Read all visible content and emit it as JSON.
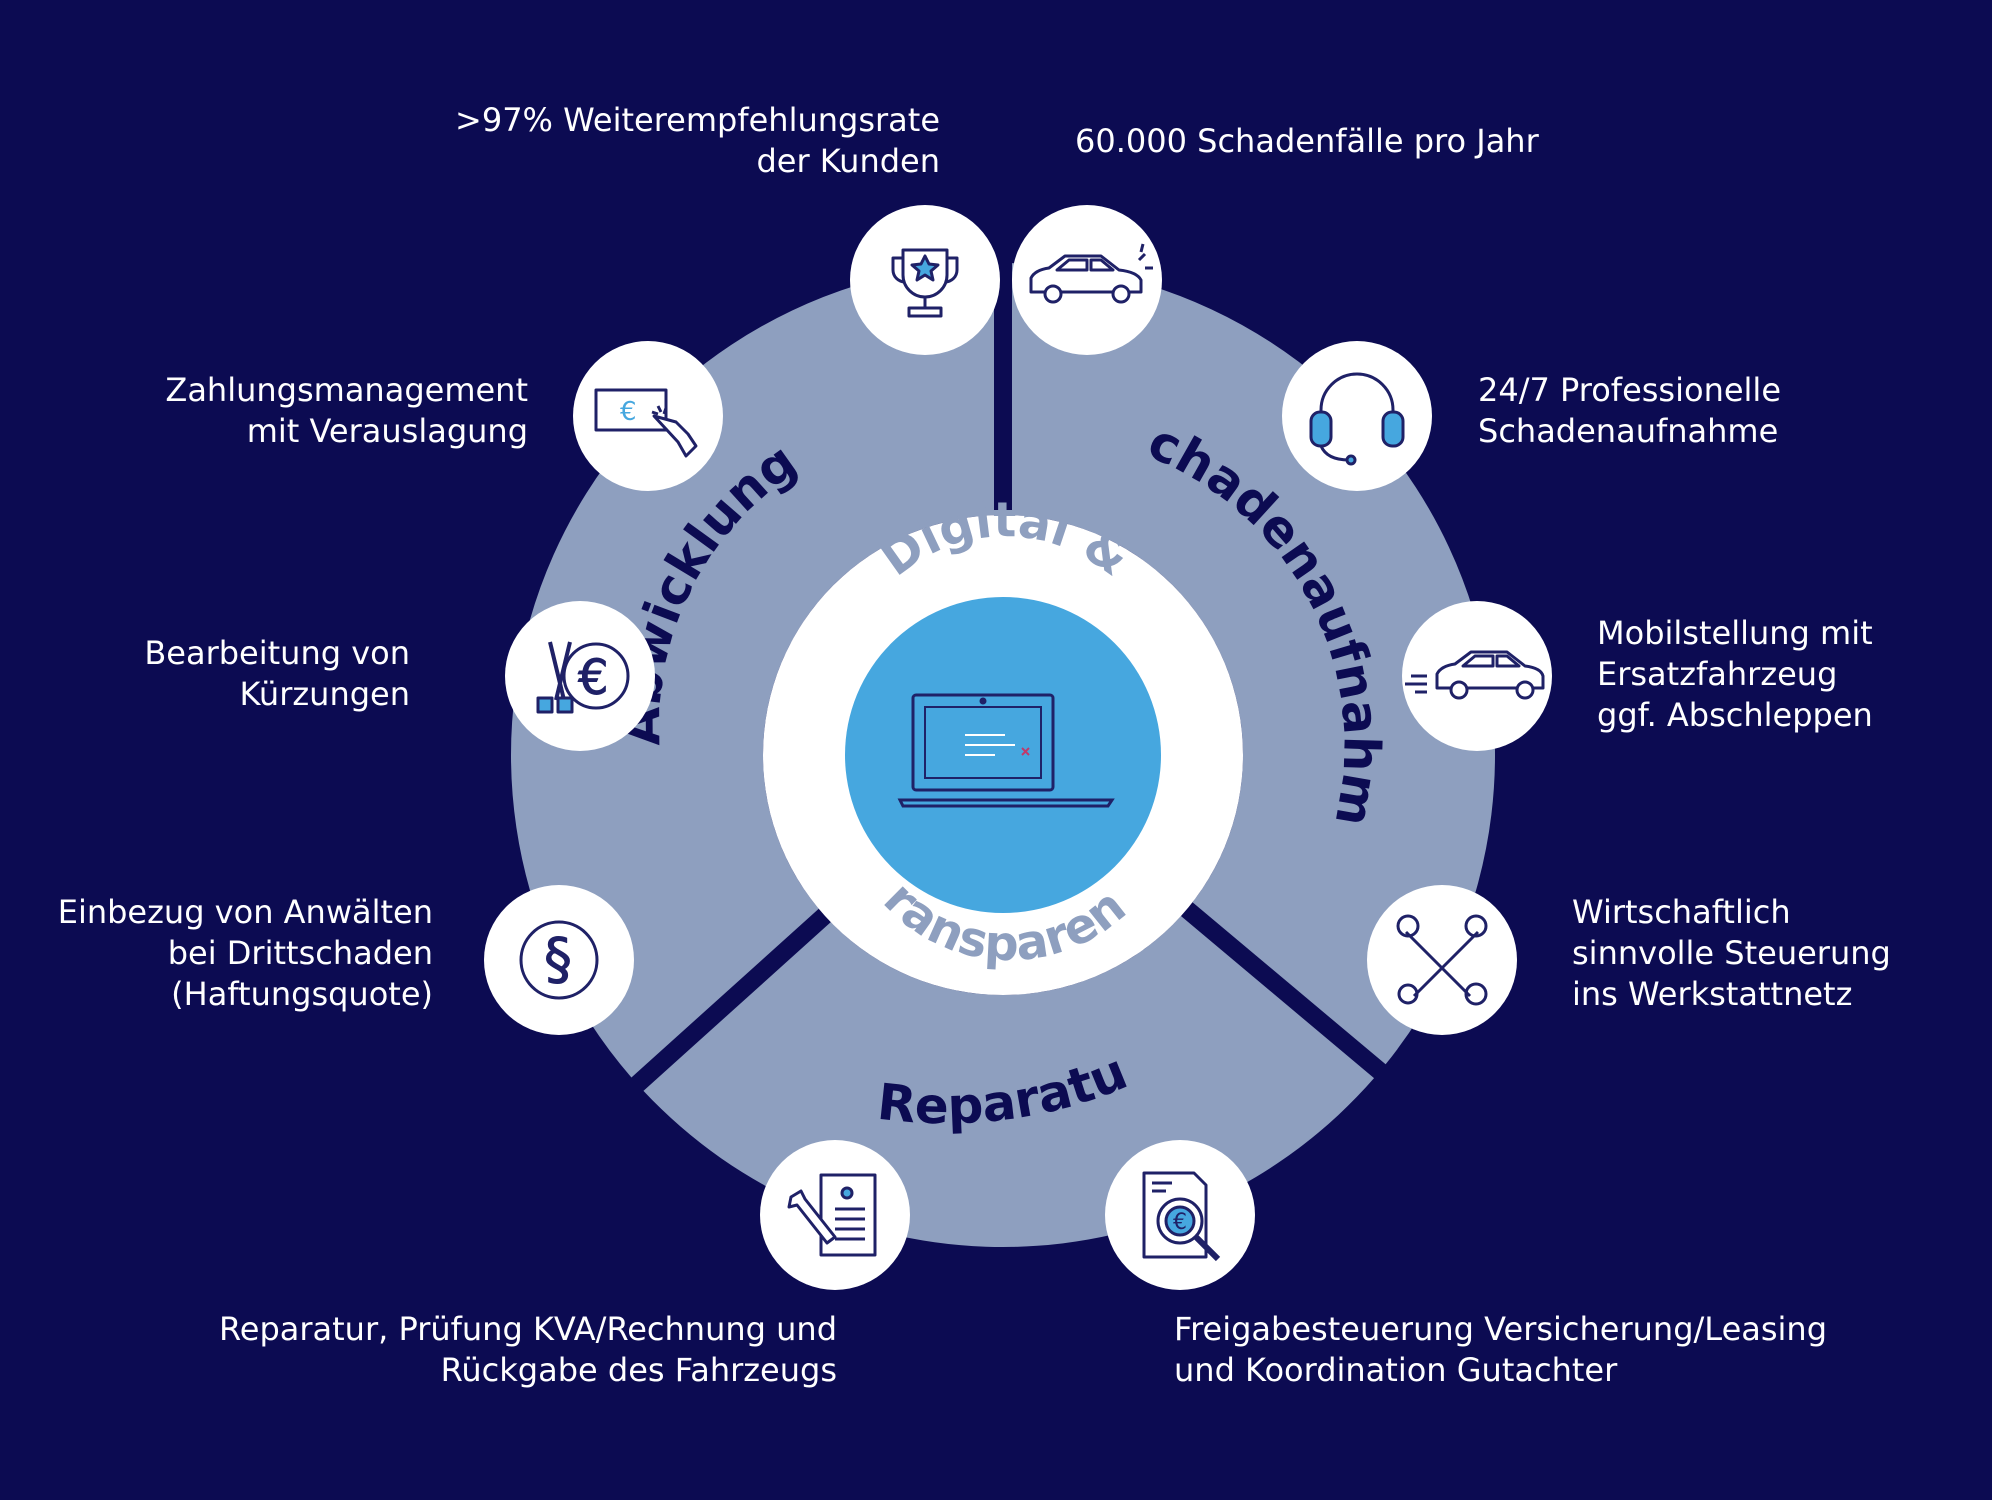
{
  "colors": {
    "background": "#0c0b52",
    "segment": "#8e9fbf",
    "segment_label": "#0c0b52",
    "icon_circle": "#ffffff",
    "center_ring": "#ffffff",
    "center_fill": "#46a7df",
    "center_text": "#8e9fbf",
    "icon_stroke": "#1f2167",
    "icon_accent": "#46a7df"
  },
  "center": {
    "text_top": "Digital &",
    "text_bottom": "transparent",
    "icon": "laptop-icon"
  },
  "segments": {
    "schadenaufnahme": "Schadenaufnahme",
    "abwicklung": "Abwicklung",
    "reparatur": "Reparatur"
  },
  "items": [
    {
      "id": "weiterempfehlung",
      "icon": "trophy-icon",
      "text": ">97% Weiterempfehlungsrate\nder Kunden"
    },
    {
      "id": "schadenfaelle",
      "icon": "crashed-car-icon",
      "text": "60.000 Schadenfälle pro Jahr"
    },
    {
      "id": "schadenaufnahme-247",
      "icon": "headset-icon",
      "text": "24/7 Professionelle\nSchadenaufnahme"
    },
    {
      "id": "mobilstellung",
      "icon": "moving-car-icon",
      "text": "Mobilstellung mit\nErsatzfahrzeug\nggf. Abschleppen"
    },
    {
      "id": "steuerung",
      "icon": "tools-icon",
      "text": "Wirtschaftlich\nsinnvolle Steuerung\nins Werkstattnetz"
    },
    {
      "id": "freigabe",
      "icon": "document-search-euro-icon",
      "text": "Freigabesteuerung Versicherung/Leasing\nund Koordination Gutachter"
    },
    {
      "id": "reparatur-pruefung",
      "icon": "repair-document-icon",
      "text": "Reparatur, Prüfung KVA/Rechnung und\nRückgabe des Fahrzeugs"
    },
    {
      "id": "anwaelte",
      "icon": "paragraph-icon",
      "text": "Einbezug von Anwälten\nbei Drittschaden\n(Haftungsquote)"
    },
    {
      "id": "kuerzungen",
      "icon": "scissors-euro-icon",
      "text": "Bearbeitung von\nKürzungen"
    },
    {
      "id": "zahlungsmanagement",
      "icon": "euro-payment-icon",
      "text": "Zahlungsmanagement\nmit Verauslagung"
    }
  ]
}
